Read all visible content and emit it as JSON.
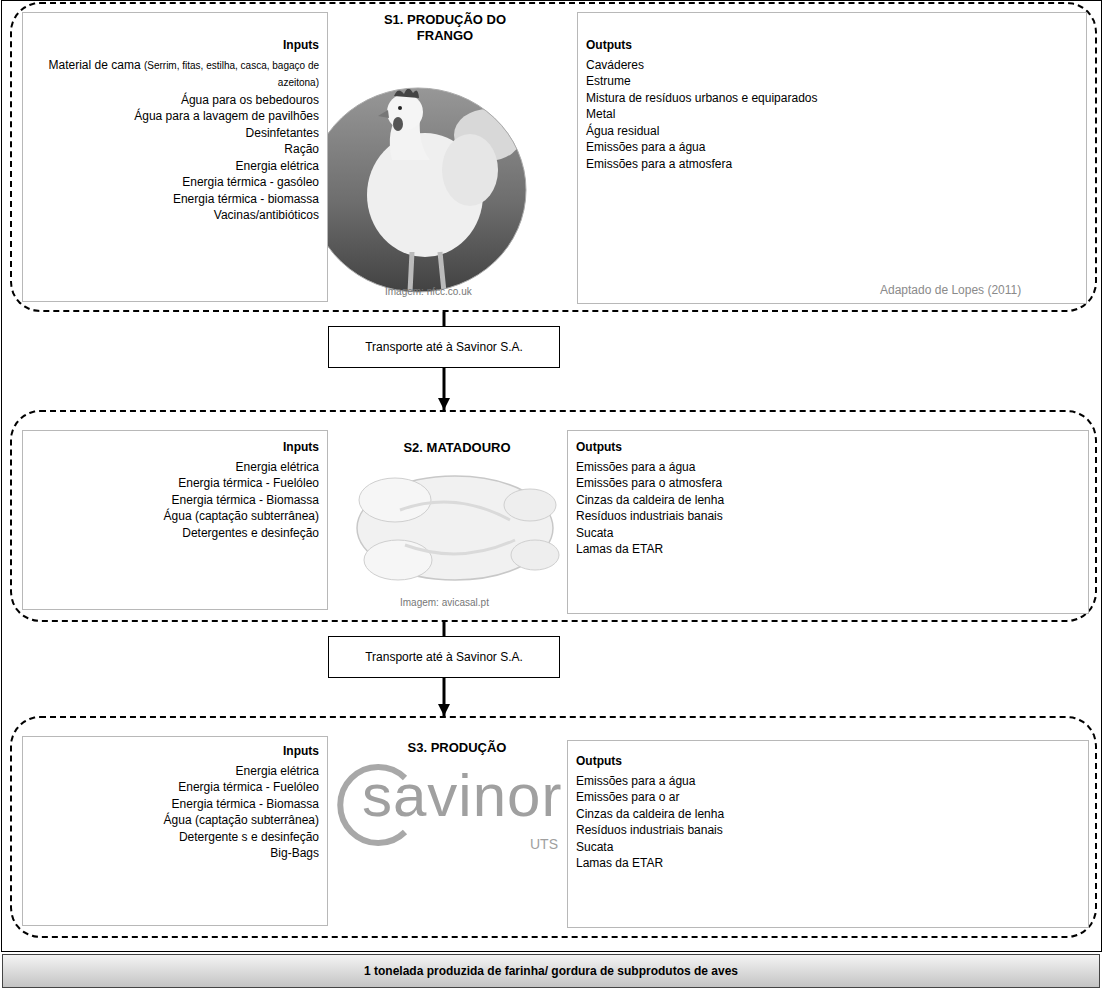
{
  "diagram": {
    "nodes": [
      {
        "text": [
          "S1. PRODUÇÃO DO FRANGO"
        ]
      },
      {
        "text": [
          "Inputs",
          "Material de cama",
          "(Serrim, fitas, estilha, casca, bagaço de azeitona)",
          "Água para os bebedouros",
          "Água para a lavagem de pavilhões",
          "Desinfetantes",
          "Ração",
          "Energia elétrica",
          "Energia térmica - gasóleo",
          "Energia térmica - biomassa",
          "Vacinas/antibióticos"
        ],
        "in": 0
      },
      {
        "text": [
          "Outputs",
          "Caváderes",
          "Estrume",
          "Mistura de resíduos urbanos e equiparados",
          "Metal",
          "Água residual",
          "Emissões para a água",
          "Emissões para a atmosfera"
        ],
        "in": 0
      },
      {
        "text": [
          "Transporte até à Savinor S.A."
        ]
      },
      {
        "text": [
          "S2. MATADOURO"
        ]
      },
      {
        "text": [
          "Inputs",
          "Energia elétrica",
          "Energia térmica - Fuelóleo",
          "Energia térmica - Biomassa",
          "Água (captação subterrânea)",
          "Detergentes e desinfeção"
        ],
        "in": 4
      },
      {
        "text": [
          "Outputs",
          "Emissões para a água",
          "Emissões para o atmosfera",
          "Cinzas da caldeira de lenha",
          "Resíduos industriais banais",
          "Sucata",
          "Lamas da ETAR"
        ],
        "in": 4
      },
      {
        "text": [
          "Transporte até à Savinor S.A."
        ]
      },
      {
        "text": [
          "S3. PRODUÇÃO"
        ]
      },
      {
        "text": [
          "Inputs",
          "Energia elétrica",
          "Energia térmica - Fuelóleo",
          "Energia térmica - Biomassa",
          "Água (captação subterrânea)",
          "Detergente s e desinfeção",
          "Big-Bags"
        ],
        "in": 8
      },
      {
        "text": [
          "Outputs",
          "Emissões para a água",
          "Emissões para o ar",
          "Cinzas da caldeira de lenha",
          "Resíduos industriais banais",
          "Sucata",
          "Lamas da ETAR"
        ],
        "in": 8
      },
      {
        "text": [
          "1 tonelada produzida de farinha/ gordura de subprodutos de aves"
        ]
      }
    ],
    "edges": [
      {
        "from": 0,
        "to": 3,
        "arrow": "none"
      },
      {
        "from": 3,
        "to": 4,
        "arrow": "to"
      },
      {
        "from": 4,
        "to": 7,
        "arrow": "none"
      },
      {
        "from": 7,
        "to": 8,
        "arrow": "to"
      }
    ],
    "labels": [
      "Imagem: nfcc.co.uk",
      "Adaptado de Lopes (2011)",
      "Imagem: avicasal.pt",
      "savinor",
      "UTS"
    ]
  }
}
